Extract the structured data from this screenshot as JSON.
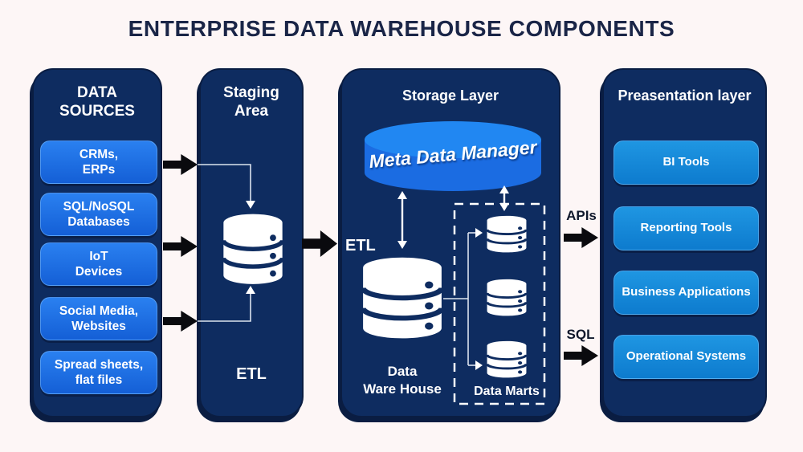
{
  "title": "ENTERPRISE DATA WAREHOUSE COMPONENTS",
  "palette": {
    "background": "#fdf6f6",
    "panel_navy": "#0e2c60",
    "panel_edge": "#0a1d42",
    "source_box_blue": "#1b6fe6",
    "presentation_box_blue": "#1489d9",
    "cylinder_top_blue": "#2187f2",
    "cylinder_body_blue": "#1b6ce2",
    "arrow_black": "#0a0a0e",
    "title_text_navy": "#1a2547",
    "white": "#ffffff"
  },
  "data_sources": {
    "title": "DATA\nSOURCES",
    "items": [
      "CRMs,\nERPs",
      "SQL/NoSQL\nDatabases",
      "IoT\nDevices",
      "Social Media,\nWebsites",
      "Spread sheets,\nflat files"
    ]
  },
  "staging": {
    "title": "Staging\nArea",
    "etl_label": "ETL",
    "icon": "database-icon"
  },
  "storage": {
    "title": "Storage Layer",
    "meta_manager_label": "Meta Data Manager",
    "etl_label": "ETL",
    "warehouse_label": "Data\nWare House",
    "warehouse_icon": "database-icon",
    "data_marts_label": "Data Marts",
    "data_mart_icons": [
      "database-icon",
      "database-icon",
      "database-icon"
    ]
  },
  "presentation": {
    "title": "Preasentation layer",
    "items": [
      "BI Tools",
      "Reporting Tools",
      "Business Applications",
      "Operational Systems"
    ]
  },
  "flows": {
    "apis_label": "APIs",
    "sql_label": "SQL"
  }
}
